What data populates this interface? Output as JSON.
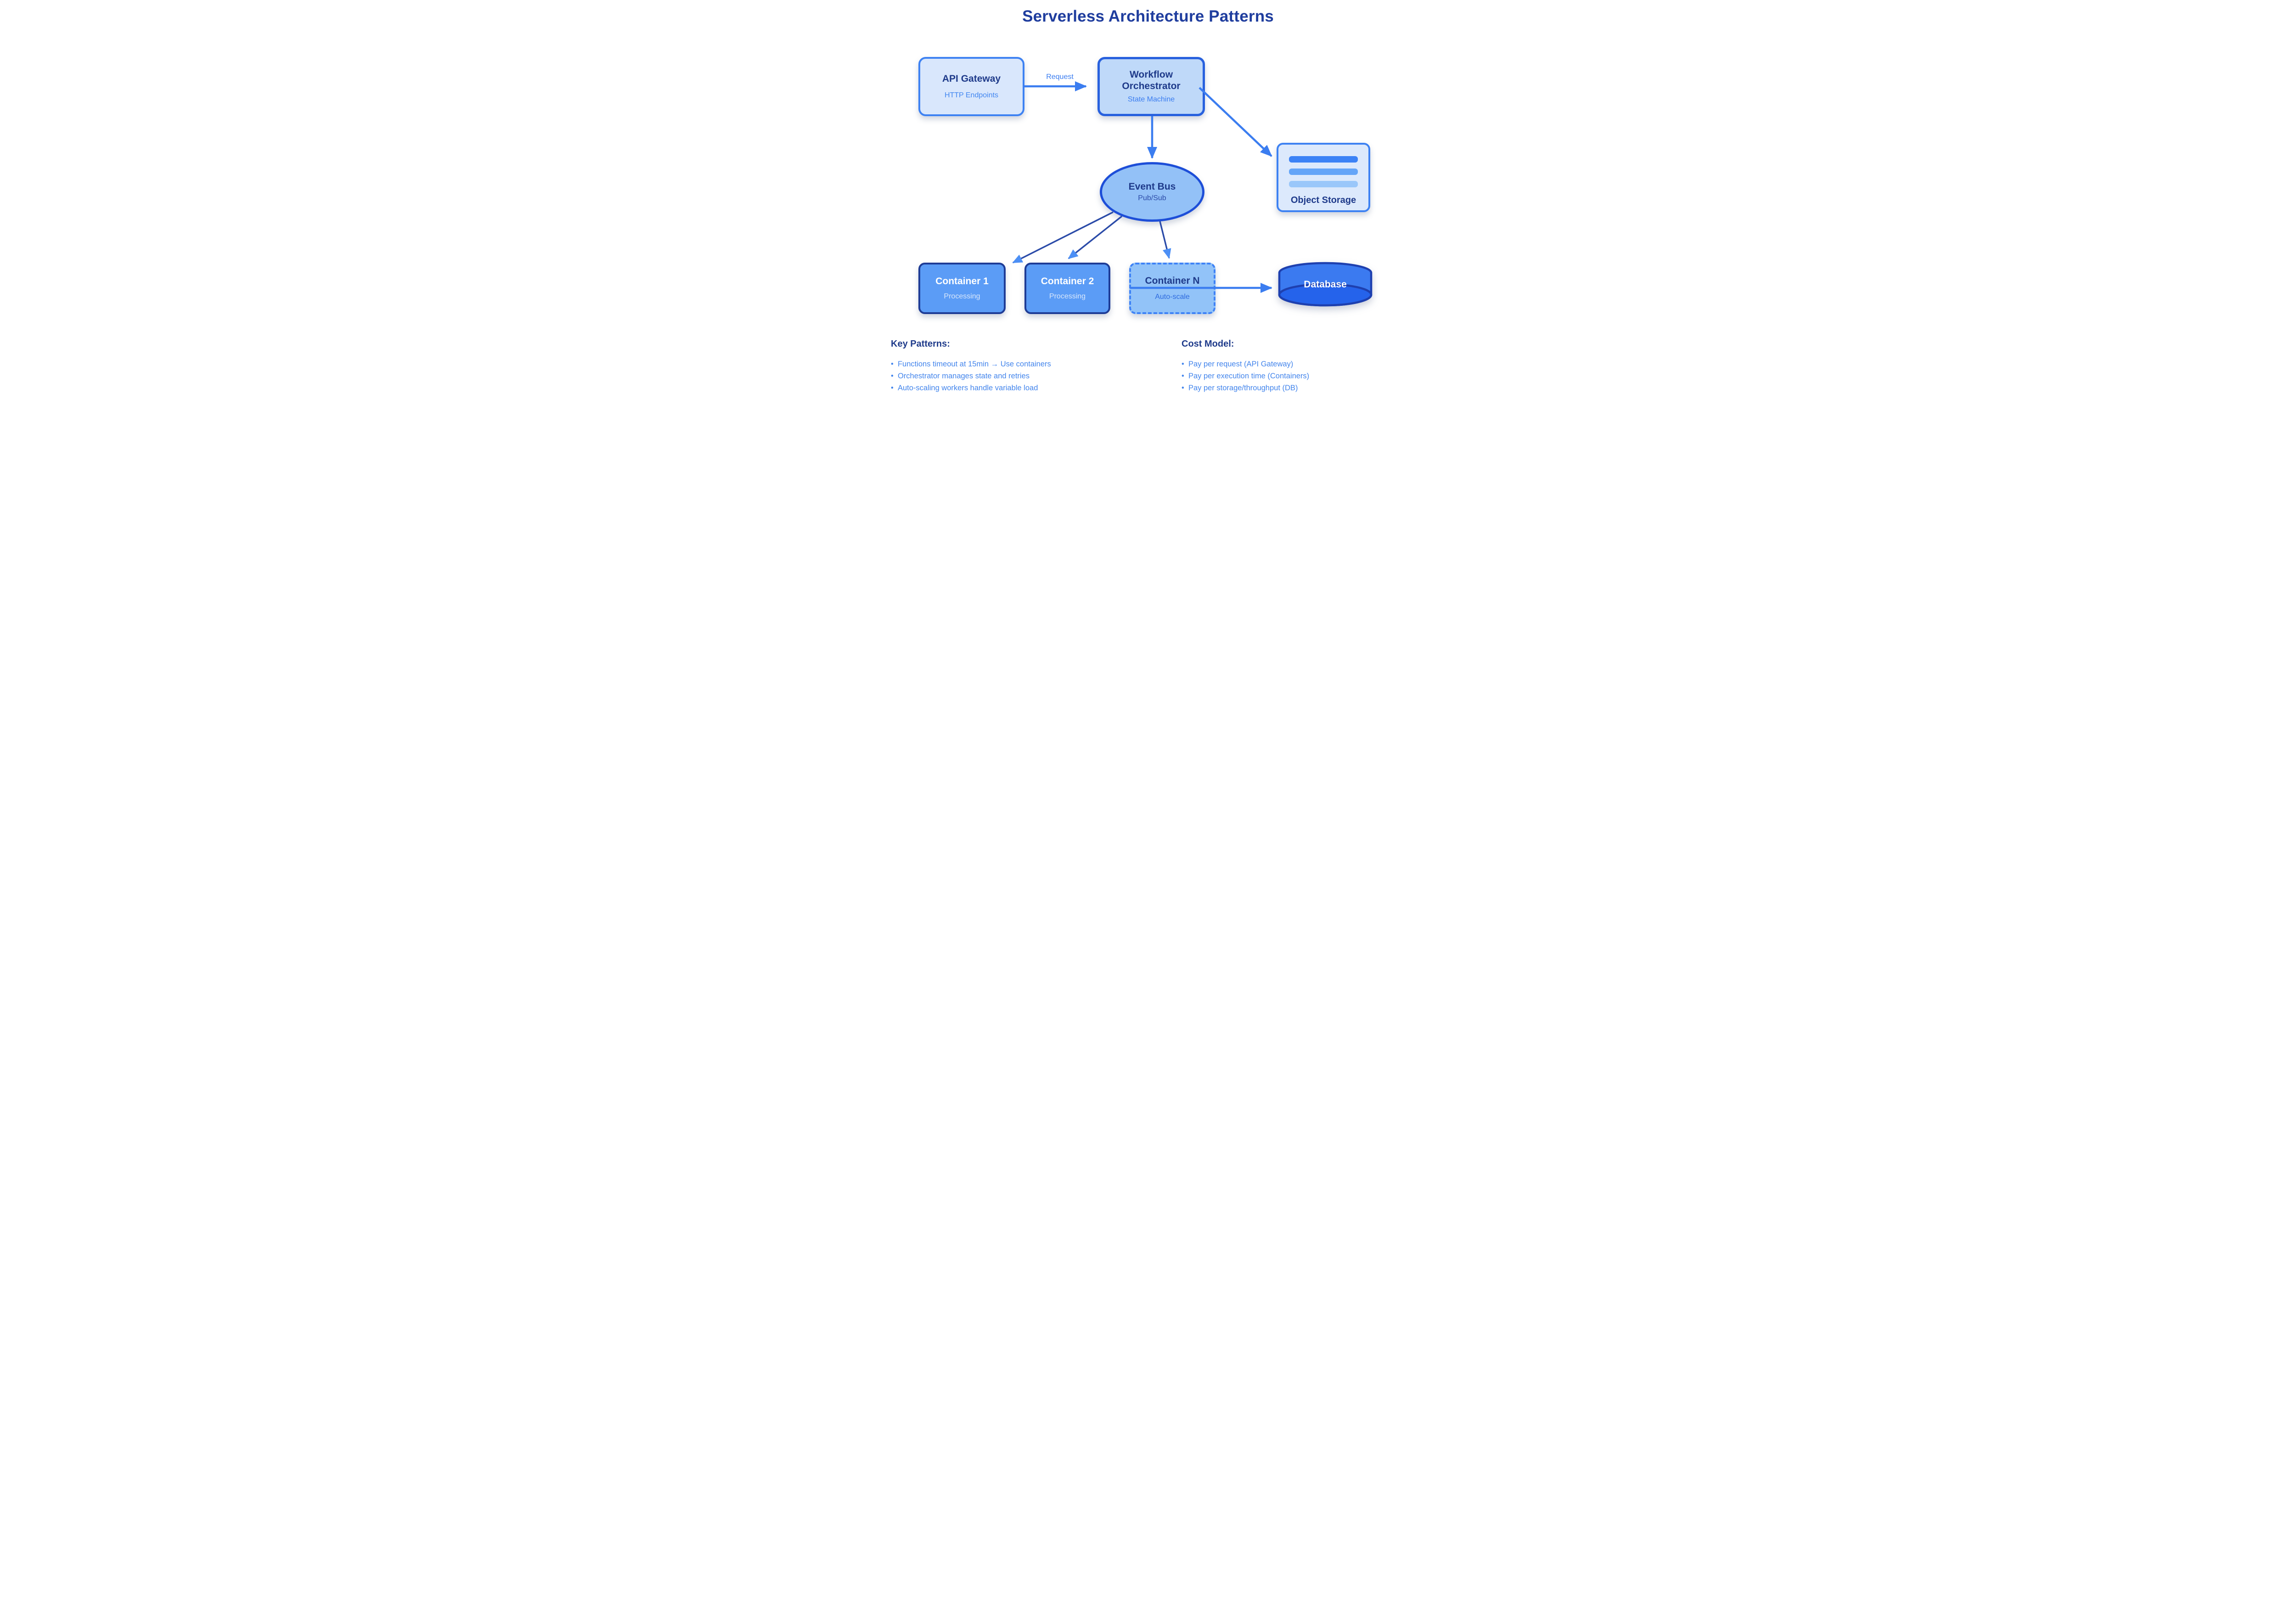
{
  "title": "Serverless Architecture Patterns",
  "nodes": {
    "api_gateway": {
      "title": "API Gateway",
      "subtitle": "HTTP Endpoints"
    },
    "workflow_orchestrator": {
      "title": "Workflow Orchestrator",
      "subtitle": "State Machine"
    },
    "event_bus": {
      "title": "Event Bus",
      "subtitle": "Pub/Sub"
    },
    "object_storage": {
      "title": "Object Storage"
    },
    "container_1": {
      "title": "Container 1",
      "subtitle": "Processing"
    },
    "container_2": {
      "title": "Container 2",
      "subtitle": "Processing"
    },
    "container_n": {
      "title": "Container N",
      "subtitle": "Auto-scale"
    },
    "database": {
      "title": "Database"
    }
  },
  "edges": {
    "request_label": "Request"
  },
  "key_patterns": {
    "heading": "Key Patterns:",
    "items": [
      "Functions timeout at 15min → Use containers",
      "Orchestrator manages state and retries",
      "Auto-scaling workers handle variable load"
    ]
  },
  "cost_model": {
    "heading": "Cost Model:",
    "items": [
      "Pay per request (API Gateway)",
      "Pay per execution time (Containers)",
      "Pay per storage/throughput (DB)"
    ]
  },
  "colors": {
    "title_text": "#1F3D9E",
    "navy_text": "#1E3A8A",
    "medium_blue_arrow": "#3B7DF0",
    "dark_navy_arrow": "#2B4BA8",
    "light_arrowhead": "#4C8FF5",
    "api_gateway_fill": "#D9E7FC",
    "workflow_fill": "#BFD9F9",
    "event_bus_fill": "#93C1F7",
    "object_storage_fill": "#DCE9FC",
    "container_fill": "#5B9CF6",
    "container_n_fill": "#92C3F8",
    "database_body": "#3B7AF0",
    "database_bottom": "#2563EB",
    "database_border": "#1E40AF",
    "storage_bar_1": "#3B82F6",
    "storage_bar_2": "#64A5F8",
    "storage_bar_3": "#9AC7FA",
    "bullet_text": "#4385EC"
  }
}
